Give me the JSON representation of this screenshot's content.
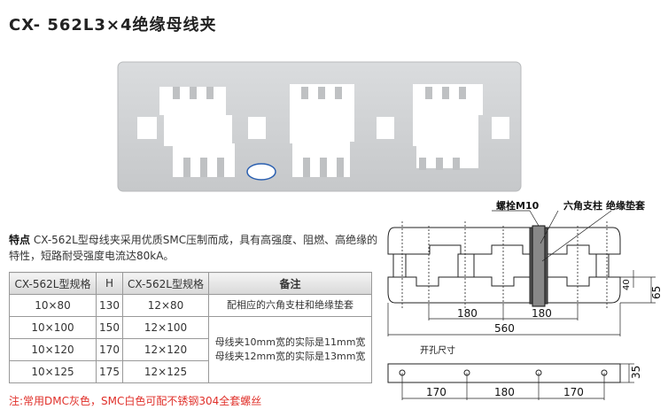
{
  "title": "CX- 562L3×4绝缘母线夹",
  "description": {
    "label": "特点",
    "text": "CX-562L型母线夹采用优质SMC压制而成，具有高强度、阻燃、高绝缘的特性，短路耐受强度电流达80kA。"
  },
  "table": {
    "headers": [
      "CX-562L型规格",
      "H",
      "CX-562L型规格",
      "备注"
    ],
    "rows": [
      [
        "10×80",
        "130",
        "12×80"
      ],
      [
        "10×100",
        "150",
        "12×100"
      ],
      [
        "10×120",
        "170",
        "12×120"
      ],
      [
        "10×125",
        "175",
        "12×125"
      ]
    ],
    "remark1": "配相应的六角支柱和绝缘垫套",
    "remark2a": "母线夹10mm宽的实际是11mm宽",
    "remark2b": "母线夹12mm宽的实际是13mm宽"
  },
  "note": "注:常用DMC灰色，SMC白色可配不锈钢304全套螺丝",
  "diagram": {
    "bolt": "螺栓M10",
    "post": "六角支柱",
    "sleeve": "绝缘垫套",
    "dim1": "180",
    "dim2": "180",
    "total": "560",
    "h40": "40",
    "h65": "65",
    "hole_title": "开孔尺寸",
    "h35": "35",
    "hd1": "170",
    "hd2": "180",
    "hd3": "170"
  },
  "colors": {
    "product": "#d3d5d7",
    "note": "#e0302a"
  }
}
